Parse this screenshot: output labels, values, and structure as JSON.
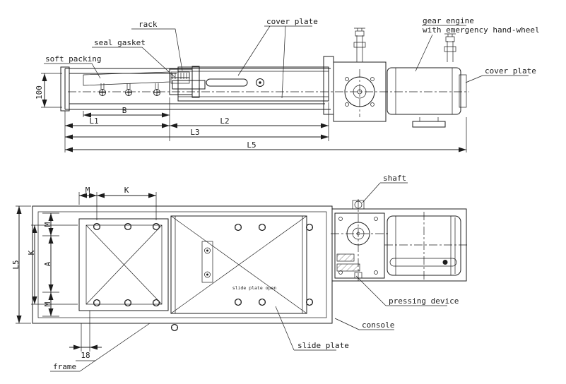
{
  "colors": {
    "ink": "#1c1c1c",
    "background": "#ffffff"
  },
  "callouts": {
    "rack": "rack",
    "seal_gasket": "seal gasket",
    "soft_packing": "soft packing",
    "cover_plate_top": "cover plate",
    "gear_engine_line1": "gear engine",
    "gear_engine_line2": "with emergency hand-wheel",
    "cover_plate_right": "cover plate",
    "shaft": "shaft",
    "pressing_device": "pressing device",
    "console": "console",
    "slide_plate": "slide plate",
    "slide_plate_open": "slide plate open",
    "frame": "frame"
  },
  "dimensions": {
    "height_100": "100",
    "b": "B",
    "l1": "L1",
    "l2": "L2",
    "l3": "L3",
    "l5_top": "L5",
    "m_top": "M",
    "k_top": "K",
    "l5_left": "L5",
    "k_left": "K",
    "a_left": "A",
    "m_left_upper": "M",
    "m_left_lower": "M",
    "offset_18": "18"
  }
}
